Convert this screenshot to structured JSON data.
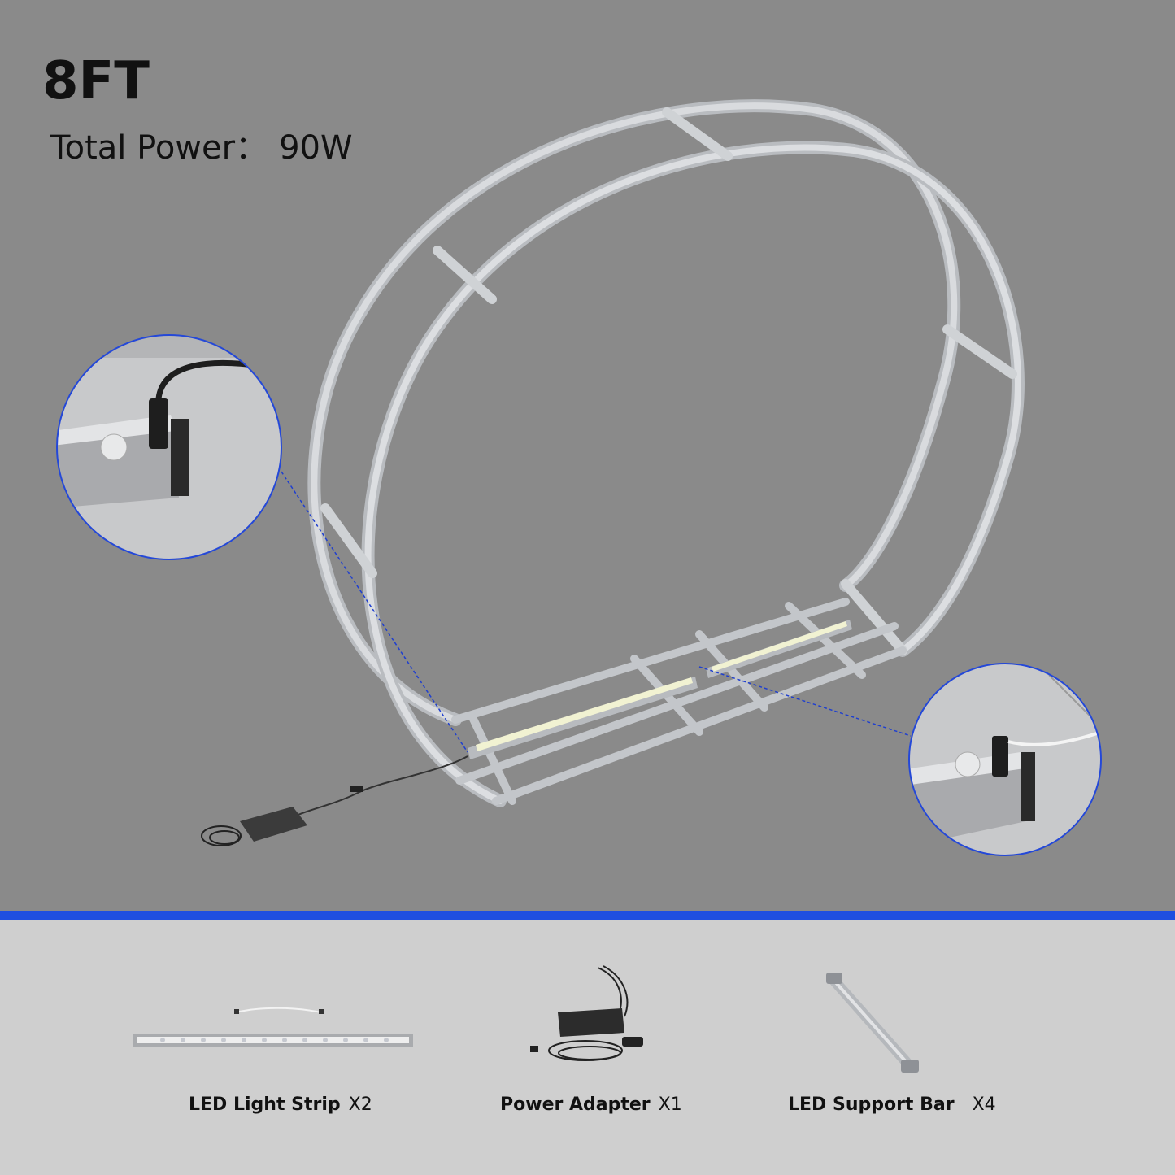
{
  "header": {
    "size": "8FT",
    "power_label": "Total Power：",
    "power_value": "90W"
  },
  "items": [
    {
      "name": "LED Light Strip",
      "qty": "X2"
    },
    {
      "name": "Power Adapter",
      "qty": "X1"
    },
    {
      "name": "LED Support Bar",
      "qty": "X4"
    }
  ],
  "colors": {
    "top_background": "#8a8a8a",
    "bottom_background": "#cfcfcf",
    "divider": "#1f4fe0",
    "frame": "#c9ccd0",
    "callout_ring": "#2448d8"
  }
}
